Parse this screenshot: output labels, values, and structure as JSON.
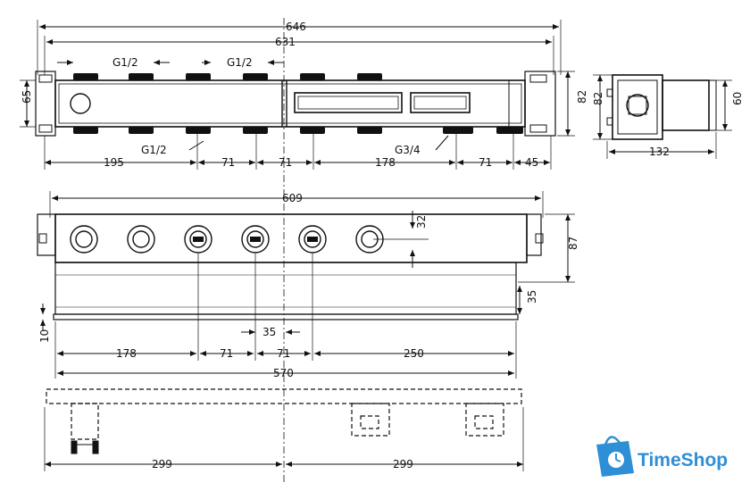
{
  "brand": {
    "name": "TimeShop",
    "color": "#2f8fd6"
  },
  "dimensions": {
    "total_width": "646",
    "inner_width": "631",
    "height_left": "65",
    "height_right": "82",
    "thread_top_left": "G1/2",
    "thread_top_right": "G1/2",
    "thread_bottom_left": "G1/2",
    "thread_bottom_right": "G3/4",
    "seg_195": "195",
    "seg_71_a": "71",
    "seg_71_b": "71",
    "seg_178": "178",
    "seg_71_c": "71",
    "seg_45": "45",
    "side_width": "132",
    "side_height_82": "82",
    "side_height_60": "60",
    "front_width": "609",
    "front_height": "87",
    "offset_32": "32",
    "depth_35": "35",
    "spacing_35": "35",
    "base_10": "10",
    "front_178": "178",
    "front_71_a": "71",
    "front_71_b": "71",
    "front_250": "250",
    "front_570": "570",
    "bottom_299_a": "299",
    "bottom_299_b": "299"
  }
}
